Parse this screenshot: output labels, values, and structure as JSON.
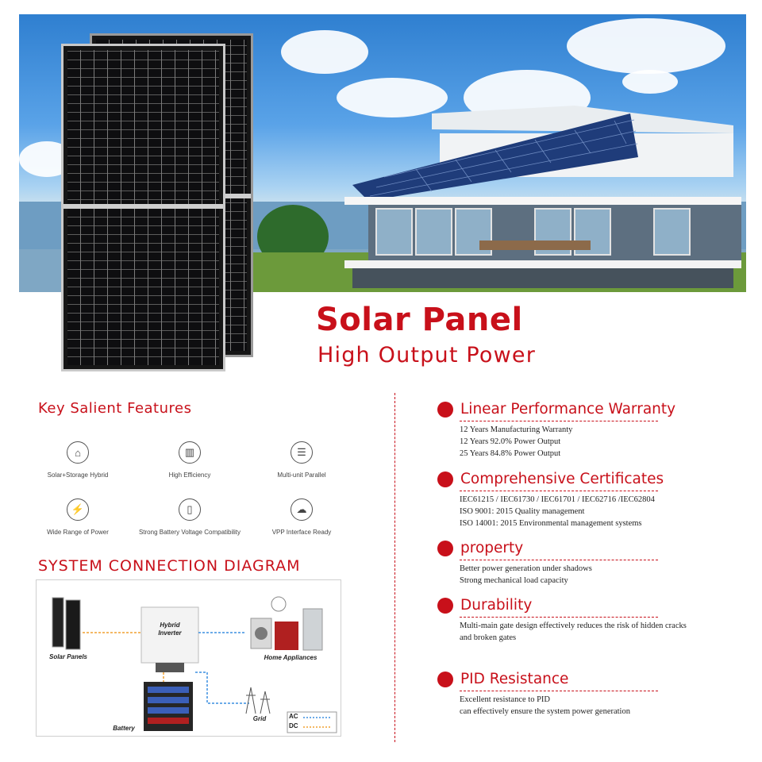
{
  "headline": {
    "title": "Solar Panel",
    "subtitle": "High Output Power"
  },
  "key_features": {
    "title": "Key Salient Features",
    "items": [
      {
        "label": "Solar+Storage Hybrid",
        "icon": "hybrid-icon"
      },
      {
        "label": "High Efficiency",
        "icon": "efficiency-chart-icon"
      },
      {
        "label": "Multi-unit Parallel",
        "icon": "parallel-units-icon"
      },
      {
        "label": "Wide Range of Power",
        "icon": "power-wave-icon"
      },
      {
        "label": "Strong Battery Voltage Compatibility",
        "icon": "battery-icon"
      },
      {
        "label": "VPP Interface Ready",
        "icon": "cloud-vpp-icon"
      }
    ]
  },
  "system_diagram": {
    "title": "SYSTEM CONNECTION DIAGRAM",
    "labels": {
      "solar_panels": "Solar Panels",
      "inverter": "Hybrid Inverter",
      "appliances": "Home Appliances",
      "battery": "Battery",
      "grid": "Grid"
    },
    "legend": {
      "ac": "AC",
      "dc": "DC",
      "ac_color": "#3b8fe0",
      "dc_color": "#f0a030"
    }
  },
  "specs": [
    {
      "title": "Linear Performance Warranty",
      "lines": [
        "12 Years Manufacturing Warranty",
        "12 Years 92.0% Power Output",
        "25 Years 84.8% Power Output"
      ]
    },
    {
      "title": "Comprehensive Certificates",
      "lines": [
        "IEC61215 / IEC61730 / IEC61701 / IEC62716 /IEC62804",
        "ISO 9001: 2015 Quality management",
        "ISO 14001: 2015 Environmental management systems"
      ]
    },
    {
      "title": "property",
      "lines": [
        "Better power generation under shadows",
        "Strong mechanical load capacity"
      ]
    },
    {
      "title": "Durability",
      "lines": [
        "Multi-main gate design effectively reduces the risk of hidden cracks",
        "and broken gates"
      ]
    },
    {
      "title": "PID Resistance",
      "lines": [
        "Excellent resistance to PID",
        "can effectively ensure the system power generation"
      ]
    }
  ],
  "colors": {
    "accent": "#c8101a"
  }
}
